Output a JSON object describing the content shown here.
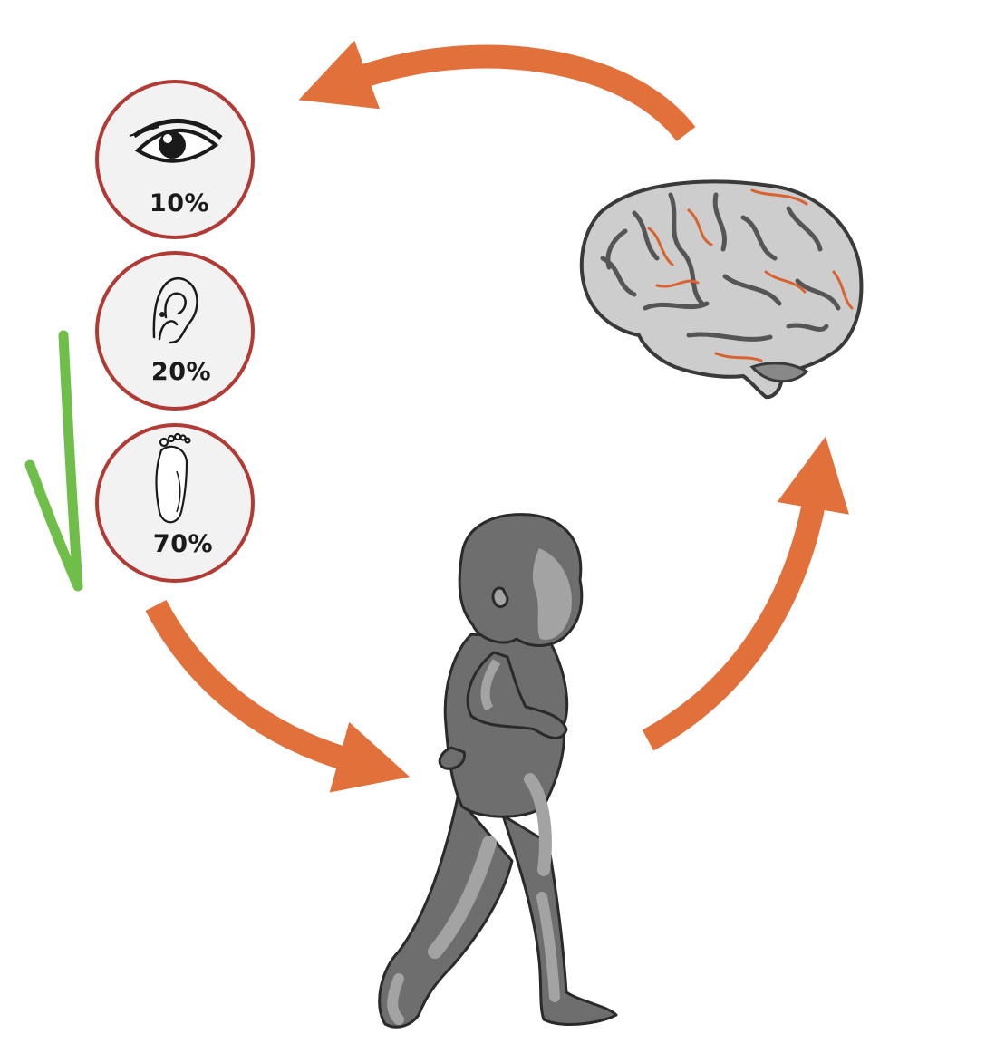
{
  "colors": {
    "arrow": "#e2703a",
    "circle_border": "#b23a34",
    "circle_fill": "#f2f2f2",
    "check": "#6fbe4a",
    "child_dark": "#6e6e6e",
    "child_light": "#a3a3a3",
    "brain": "#cdcdcd",
    "brain_vessel": "#d9622f"
  },
  "senses": [
    {
      "icon": "eye-icon",
      "percent": "10%"
    },
    {
      "icon": "ear-icon",
      "percent": "20%"
    },
    {
      "icon": "foot-icon",
      "percent": "70%"
    }
  ],
  "figures": {
    "brain": "brain-icon",
    "child": "walking-child-icon",
    "check": "check-mark-icon"
  }
}
